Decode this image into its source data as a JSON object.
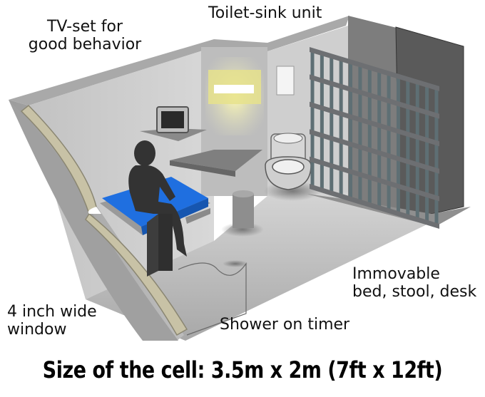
{
  "labels": {
    "tv": "TV-set for\ngood behavior",
    "toilet": "Toilet-sink unit",
    "bed": "Immovable\nbed, stool, desk",
    "window": "4 inch wide\nwindow",
    "shower": "Shower on timer"
  },
  "caption": "Size of the cell: 3.5m x 2m (7ft x 12ft)",
  "colors": {
    "floor": "#b5b5b5",
    "wall": "#c9c9c9",
    "bars": "#5e6f74",
    "mattress": "#1f6fe0",
    "window_frame": "#c8c2a6",
    "light": "#f2ee8a"
  }
}
